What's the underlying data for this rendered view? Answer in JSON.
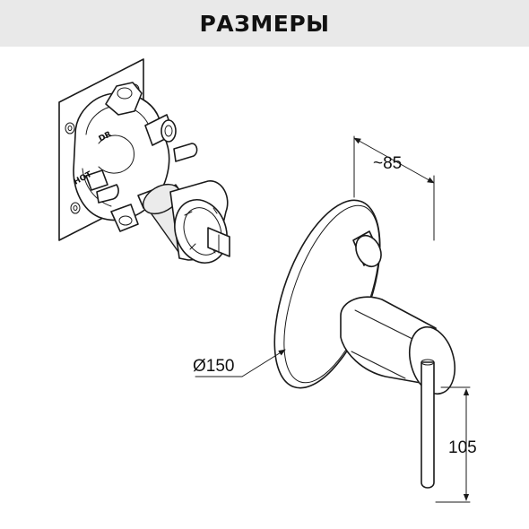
{
  "header": {
    "title": "РАЗМЕРЫ"
  },
  "valve": {
    "label_top": "DR",
    "label_side": "HOT"
  },
  "dimensions": {
    "depth": "~85",
    "diameter": "Ø150",
    "height": "105"
  },
  "colors": {
    "header_bg": "#e9e9e9",
    "line": "#1a1a1a"
  }
}
